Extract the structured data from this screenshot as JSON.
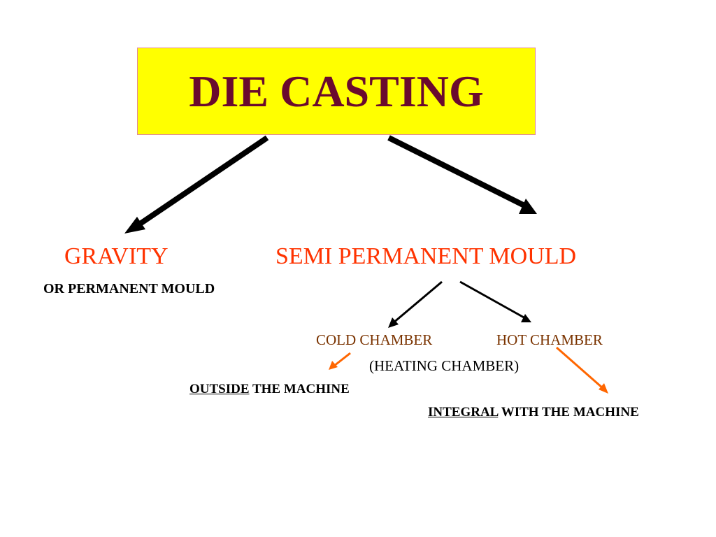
{
  "title": "DIE CASTING",
  "branch_left": {
    "label": "GRAVITY",
    "sublabel": "OR PERMANENT MOULD"
  },
  "branch_right": {
    "label": "SEMI PERMANENT MOULD"
  },
  "cold_chamber": {
    "label": "COLD CHAMBER",
    "note_emphasis": "OUTSIDE",
    "note_rest": " THE MACHINE"
  },
  "hot_chamber": {
    "label": "HOT CHAMBER",
    "sublabel": "(HEATING CHAMBER)",
    "note_emphasis": "INTEGRAL",
    "note_rest": " WITH THE MACHINE"
  },
  "colors": {
    "title_box_fill": "#ffff00",
    "title_text": "#6a0a2e",
    "branch_text": "#ff3300",
    "chamber_text": "#7a3300",
    "note_text": "#000000",
    "main_arrow": "#000000",
    "note_arrow": "#ff6600"
  }
}
